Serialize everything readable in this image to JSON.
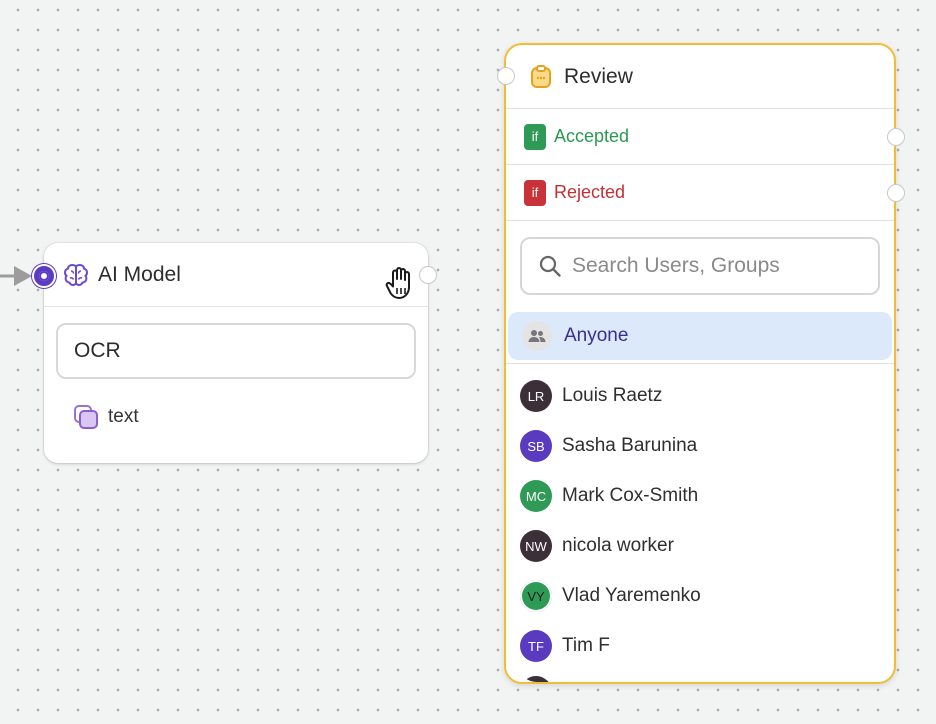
{
  "ai_node": {
    "title": "AI Model",
    "model_value": "OCR",
    "output_label": "text"
  },
  "review_node": {
    "title": "Review",
    "branches": [
      {
        "badge": "if",
        "label": "Accepted",
        "color": "#2f9a55"
      },
      {
        "badge": "if",
        "label": "Rejected",
        "color": "#c8333a"
      }
    ],
    "search": {
      "placeholder": "Search Users, Groups",
      "value": ""
    },
    "anyone_label": "Anyone",
    "users": [
      {
        "initials": "LR",
        "name": "Louis Raetz",
        "color": "#3d2f38"
      },
      {
        "initials": "SB",
        "name": "Sasha Barunina",
        "color": "#5a3bbf"
      },
      {
        "initials": "MC",
        "name": "Mark Cox-Smith",
        "color": "#2f9a55"
      },
      {
        "initials": "NW",
        "name": "nicola worker",
        "color": "#3d2f38"
      },
      {
        "initials": "VY",
        "name": "Vlad Yaremenko",
        "color": "#2f9a55"
      },
      {
        "initials": "TF",
        "name": "Tim F",
        "color": "#5a3bbf"
      },
      {
        "initials": "",
        "name": "",
        "color": "#3d2f38"
      }
    ]
  },
  "colors": {
    "accent_purple": "#5b3bc4",
    "review_border": "#f1bd36",
    "selected_bg": "#dce9fb"
  }
}
